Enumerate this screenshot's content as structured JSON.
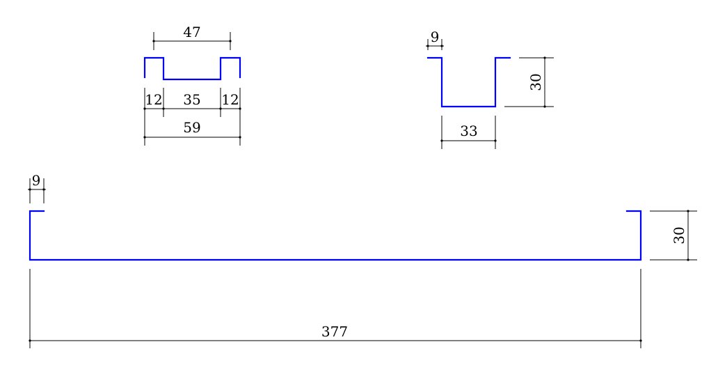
{
  "drawing": {
    "profile_color": "#0000ff",
    "dimension_color": "#000000",
    "hat_profile": {
      "top_width": "47",
      "flange_left": "12",
      "web_width": "35",
      "flange_right": "12",
      "overall_width": "59"
    },
    "channel_profile": {
      "lip": "9",
      "depth": "30",
      "bottom_width": "33"
    },
    "long_channel_profile": {
      "lip": "9",
      "depth": "30",
      "length": "377"
    }
  }
}
